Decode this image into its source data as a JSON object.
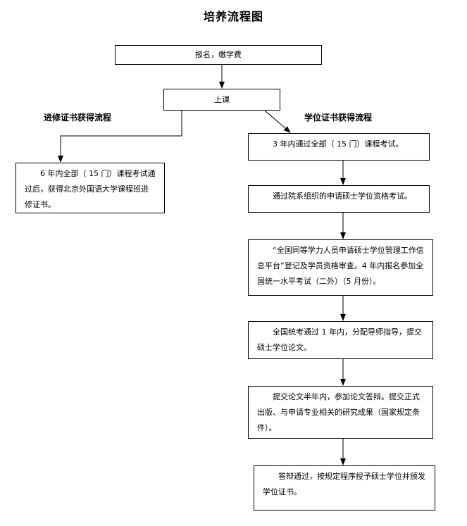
{
  "diagram": {
    "title": "培养流程图",
    "nodes": {
      "register": "报名，缴学费",
      "class": "上课",
      "cert_completion": "6 年内全部（ 15 门）课程考试通过后，获得北京外国语大学课程班进修证书。",
      "step1": "3 年内通过全部（ 15 门）课程考试。",
      "step2": "通过院系组织的申请硕士学位资格考试。",
      "step3": "“全国同等学力人员申请硕士学位管理工作信息平台”登记及学员资格审查。4 年内报名参加全国统一水平考试（二外）（5 月份）。",
      "step4": "全国统考通过 1 年内，分配导师指导，提交硕士学位论文。",
      "step5": "提交论文半年内，参加论文答辩。提交正式出版、与申请专业相关的研究成果（国家规定条件）。",
      "step6": "答辩通过，按规定程序授予硕士学位并颁发学位证书。"
    },
    "branch_labels": {
      "left": "进修证书获得流程",
      "right": "学位证书获得流程"
    }
  }
}
